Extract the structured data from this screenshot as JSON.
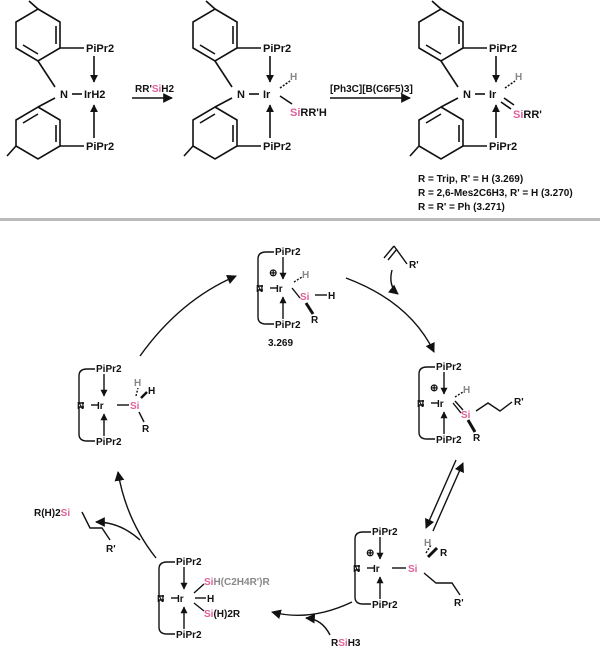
{
  "colors": {
    "silicon": "#e0609a",
    "divider": "#bbbbbb",
    "bond": "#111111",
    "grey_label": "#888888"
  },
  "top": {
    "start": {
      "phos": "PiPr2",
      "metal": "IrH2",
      "n": "N"
    },
    "arrow1": {
      "pre": "RR'",
      "si": "Si",
      "post": "H2"
    },
    "intermediate": {
      "phos": "PiPr2",
      "metal": "Ir",
      "n": "N",
      "h": "H",
      "si": "Si",
      "si_sub": "RR'H"
    },
    "arrow2": {
      "reagent": "[Ph3C][B(C6F5)3]"
    },
    "product": {
      "phos": "PiPr2",
      "metal": "Ir",
      "n": "N",
      "h": "H",
      "si": "Si",
      "si_sub": "RR'"
    },
    "legend": [
      "R = Trip, R' = H (3.269)",
      "R = 2,6-Mes2C6H3, R' = H (3.270)",
      "R = R' = Ph (3.271)"
    ]
  },
  "cycle": {
    "phos_top": "PiPr2",
    "phos_bottom": "PiPr2",
    "n": "N",
    "ir": "Ir",
    "plus": "⊕",
    "c1": {
      "h": "H",
      "si": "Si",
      "h2": "H",
      "r": "R",
      "label": "3.269"
    },
    "alkene": {
      "r": "R'"
    },
    "c2": {
      "h": "H",
      "si": "Si",
      "r": "R",
      "rp": "R'"
    },
    "c3": {
      "h": "H",
      "si": "Si",
      "r": "R",
      "rp": "R'"
    },
    "c4": {
      "si1_pre": "Si",
      "si1_post": "H(C2H4R')R",
      "h": "H",
      "si2": "Si",
      "si2_post": "(H)2R"
    },
    "c5": {
      "h": "H",
      "h2": "H",
      "si": "Si",
      "r": "R"
    },
    "reagent_rsih3": {
      "r": "R",
      "si": "Si",
      "h": "H3"
    },
    "product_silane": {
      "pre": "R(H)2",
      "si": "Si",
      "rp": "R'"
    }
  }
}
